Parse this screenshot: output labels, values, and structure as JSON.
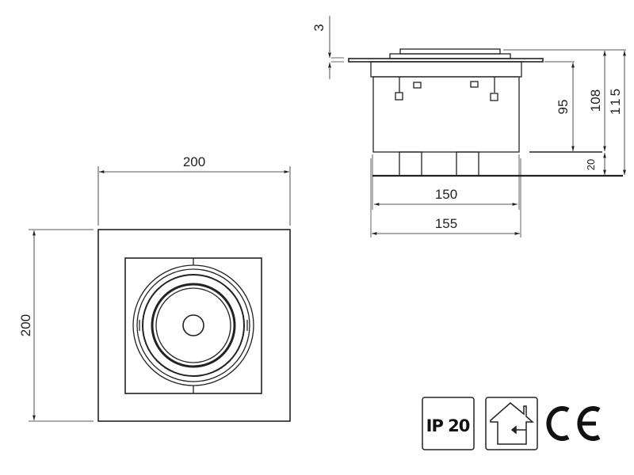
{
  "front_view": {
    "width_label": "200",
    "height_label": "200"
  },
  "side_view": {
    "flange_label": "3",
    "depth_95_label": "95",
    "depth_108_label": "108",
    "depth_115_label": "115",
    "bottom_20_label": "20",
    "inner_width_label": "150",
    "outer_width_label": "155"
  },
  "badges": {
    "ip_rating": "IP 20",
    "indoor_icon": "house-indoor-icon",
    "ce_mark": "CE"
  }
}
